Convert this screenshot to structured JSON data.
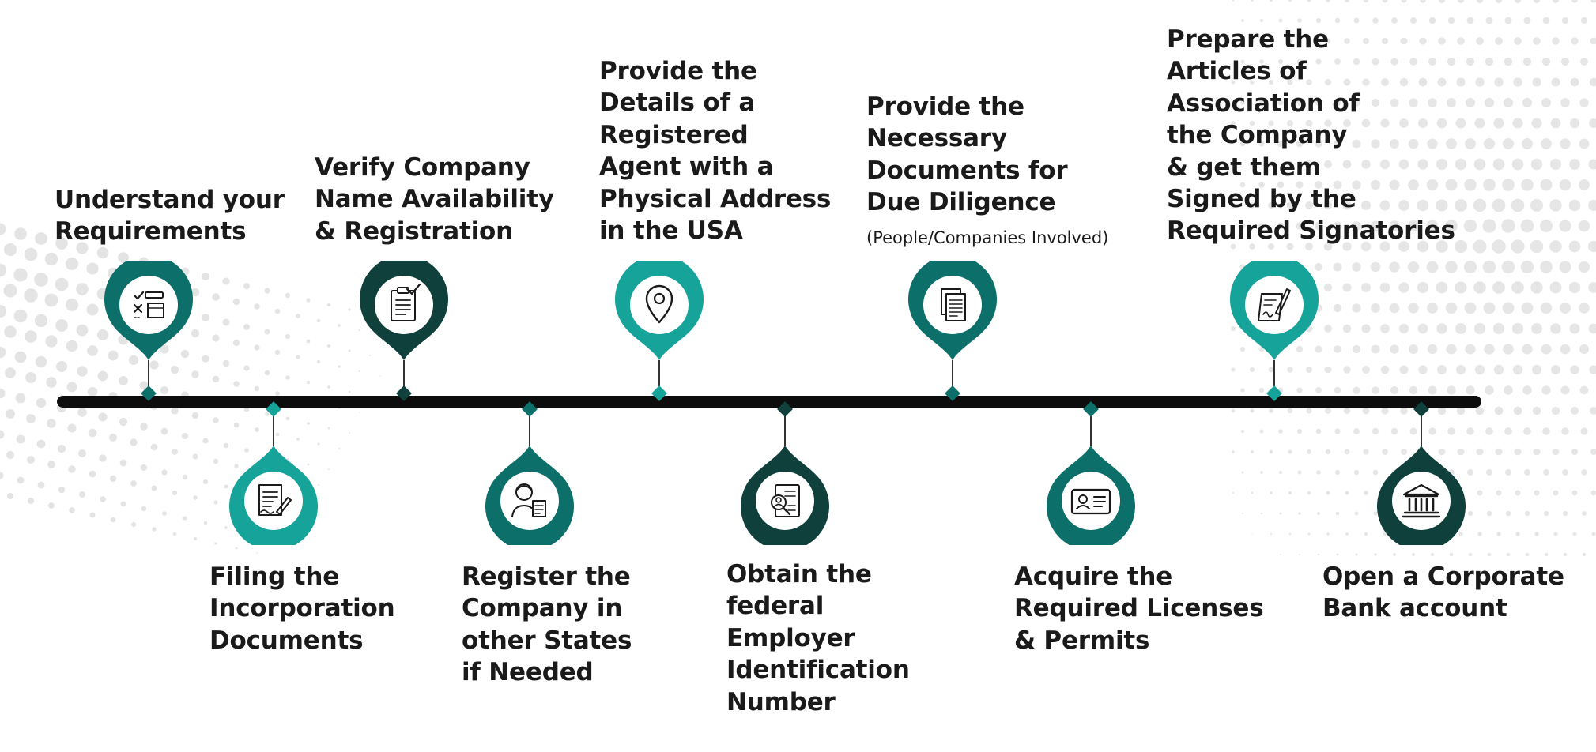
{
  "colors": {
    "teal": "#16a39a",
    "dark_teal": "#0d6f69",
    "darkest": "#0f403c",
    "line": "#0d0d0d",
    "text": "#1a1a1a"
  },
  "steps": [
    {
      "label": "Understand your\nRequirements",
      "icon": "checklist-box-icon",
      "position": "top",
      "color": "dark_teal"
    },
    {
      "label": "Filing the\nIncorporation\nDocuments",
      "icon": "document-signing-icon",
      "position": "bottom",
      "color": "teal"
    },
    {
      "label": "Verify Company\nName Availability\n& Registration",
      "icon": "clipboard-check-icon",
      "position": "top",
      "color": "darkest"
    },
    {
      "label": "Register the\nCompany in\nother States\nif Needed",
      "icon": "person-document-icon",
      "position": "bottom",
      "color": "dark_teal"
    },
    {
      "label": "Provide the\nDetails of a\nRegistered\nAgent with a\nPhysical Address\nin the USA",
      "icon": "location-pin-icon",
      "position": "top",
      "color": "teal"
    },
    {
      "label": "Obtain the\nfederal\nEmployer\nIdentification\nNumber",
      "icon": "id-search-icon",
      "position": "bottom",
      "color": "darkest"
    },
    {
      "label": "Provide the\nNecessary\nDocuments for\nDue Diligence",
      "sublabel": "(People/Companies Involved)",
      "icon": "documents-icon",
      "position": "top",
      "color": "dark_teal"
    },
    {
      "label": "Acquire the\nRequired Licenses\n& Permits",
      "icon": "id-card-icon",
      "position": "bottom",
      "color": "dark_teal"
    },
    {
      "label": "Prepare the\nArticles of\nAssociation of\nthe Company\n& get them\nSigned by the\nRequired Signatories",
      "icon": "signature-pen-icon",
      "position": "top",
      "color": "teal"
    },
    {
      "label": "Open a Corporate\nBank account",
      "icon": "bank-icon",
      "position": "bottom",
      "color": "darkest"
    }
  ]
}
